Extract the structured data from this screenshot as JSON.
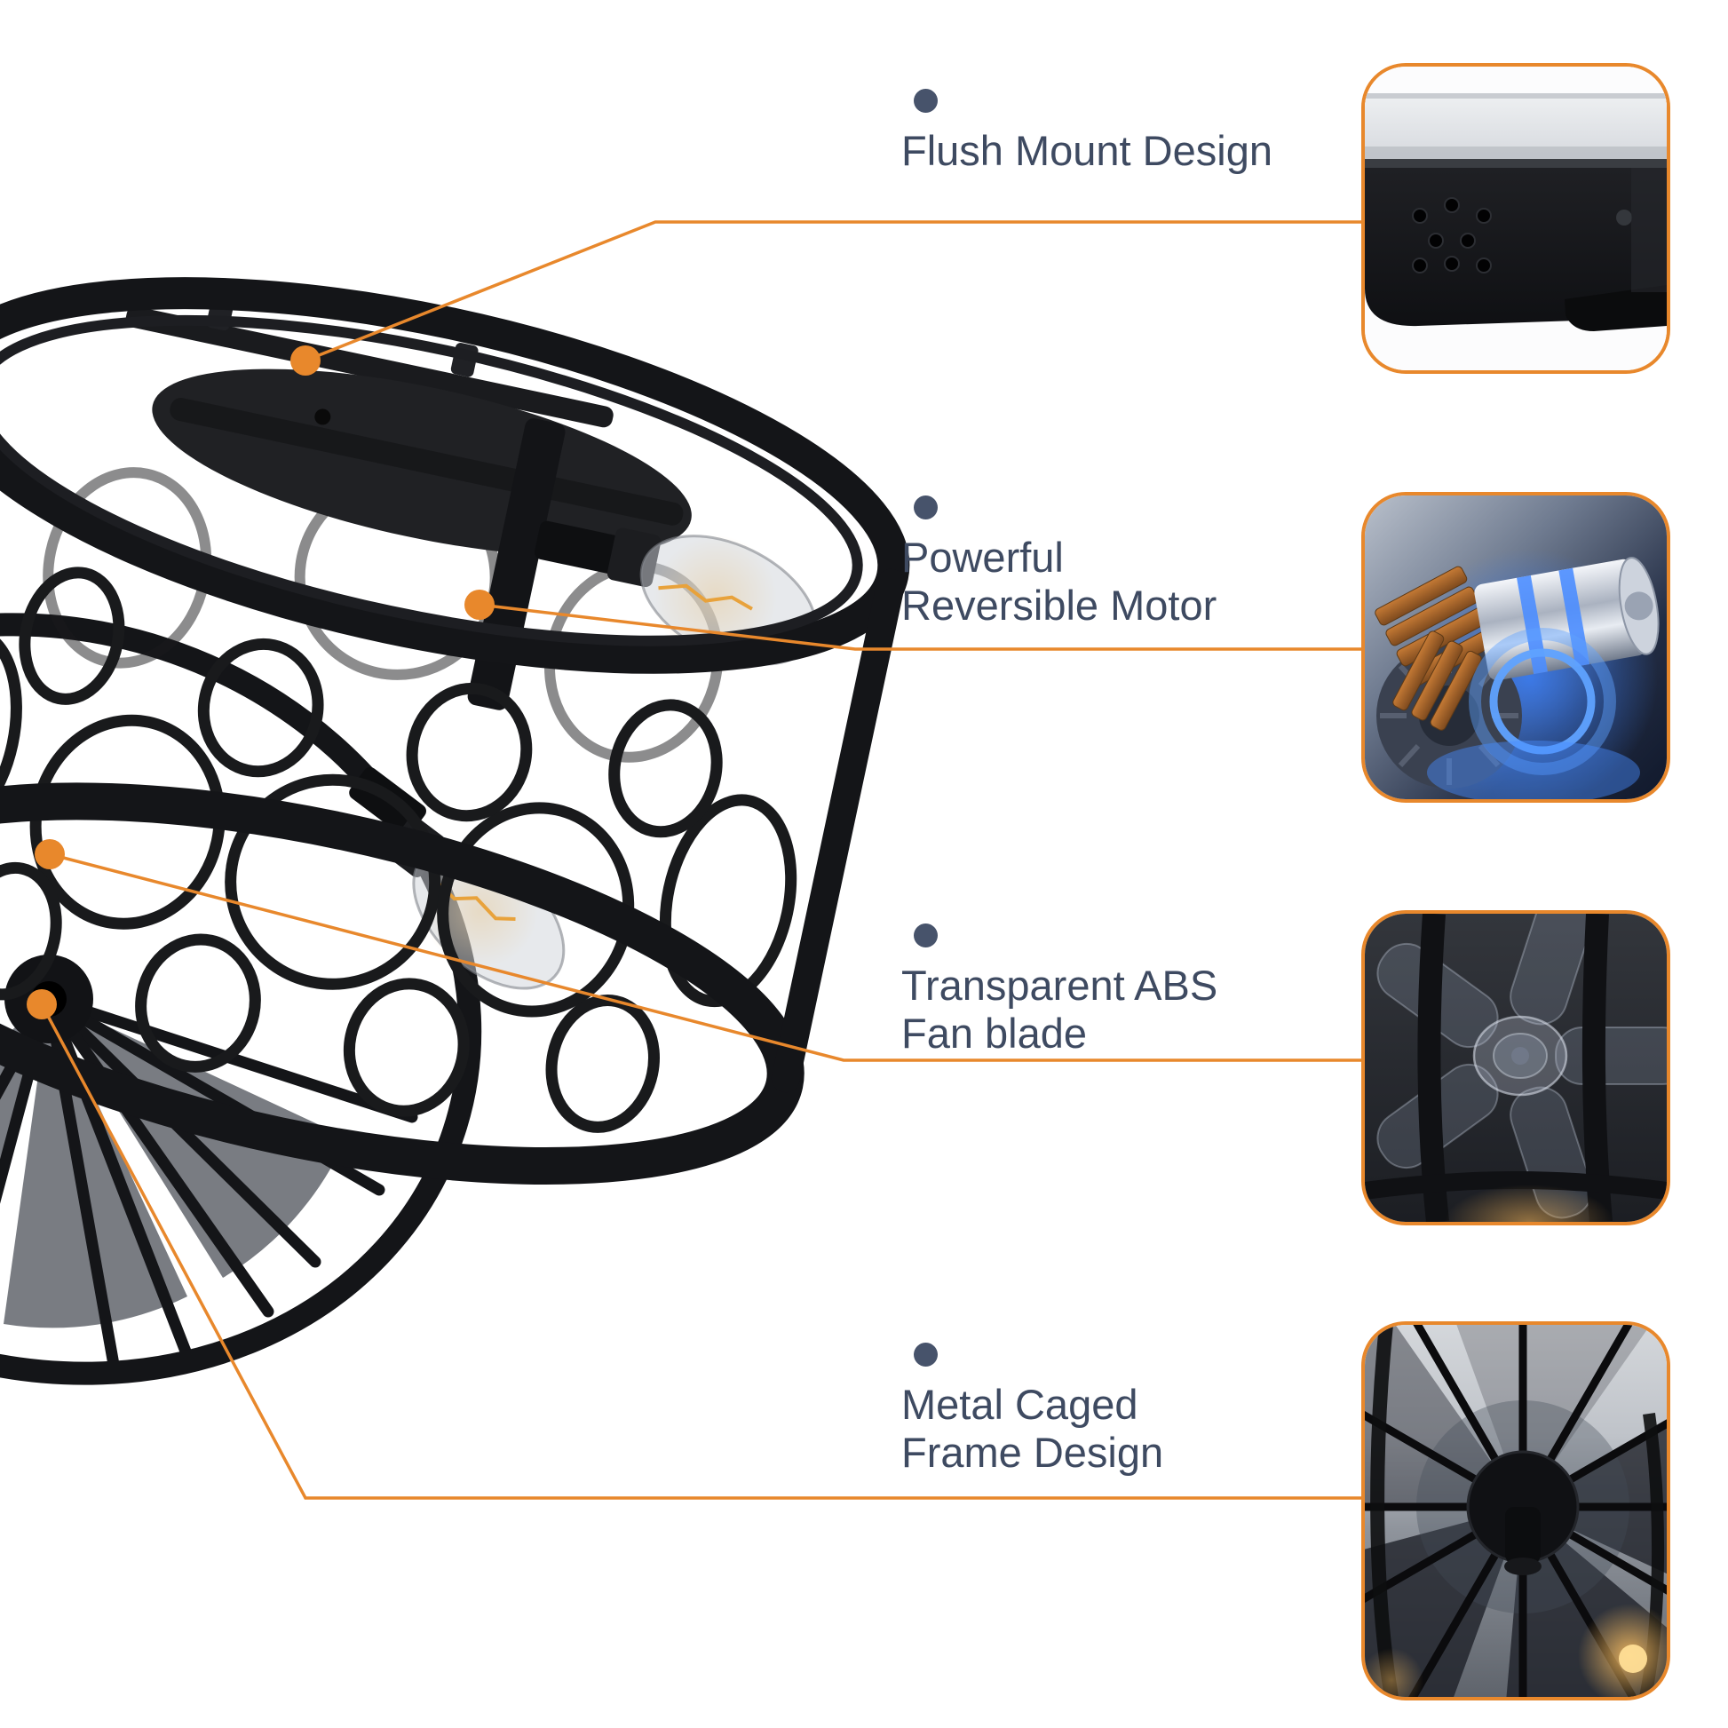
{
  "canvas": {
    "background": "#ffffff"
  },
  "colors": {
    "accent": "#E8882C",
    "text": "#3E4A61",
    "bullet": "#47536B",
    "product_black": "#141518",
    "motor_glow_blue": "#4B8DFF",
    "filament_warm": "#E8A23B"
  },
  "product": {
    "name": "caged-ceiling-fan-with-light"
  },
  "features": [
    {
      "id": "flush-mount",
      "lines": [
        "Flush Mount Design"
      ]
    },
    {
      "id": "reversible-motor",
      "lines": [
        "Powerful",
        "Reversible Motor"
      ]
    },
    {
      "id": "abs-fan-blade",
      "lines": [
        "Transparent ABS",
        "Fan blade"
      ]
    },
    {
      "id": "metal-caged-frame",
      "lines": [
        "Metal Caged",
        "Frame Design"
      ]
    }
  ],
  "thumbnails": [
    {
      "icon": "flush-mount-close-up-photo"
    },
    {
      "icon": "reversible-motor-render-photo"
    },
    {
      "icon": "transparent-blade-close-up-photo"
    },
    {
      "icon": "caged-frame-bottom-close-up-photo"
    }
  ]
}
